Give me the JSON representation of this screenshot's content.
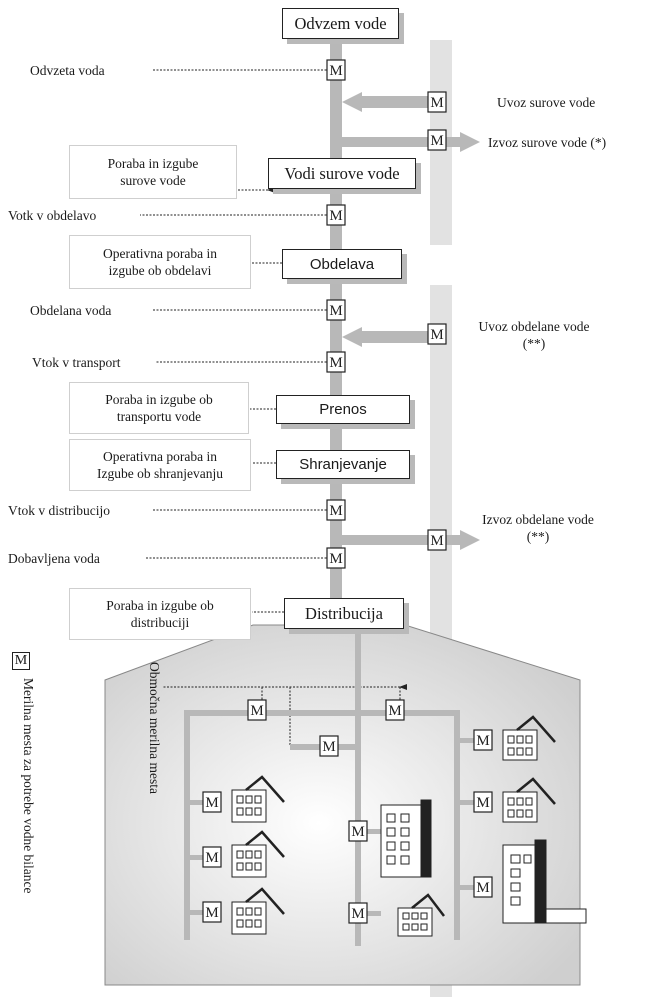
{
  "boxes": {
    "odvzem": "Odvzem vode",
    "vodi_surove": "Vodi surove vode",
    "obdelava": "Obdelava",
    "prenos": "Prenos",
    "shranjevanje": "Shranjevanje",
    "distribucija": "Distribucija"
  },
  "outflows": {
    "odvzeta": "Odvzeta voda",
    "votk_obdelavo": "Votk v obdelavo",
    "obdelana": "Obdelana voda",
    "vtok_transport": "Vtok v transport",
    "vtok_distribucijo": "Vtok v distribucijo",
    "dobavljena": "Dobavljena voda"
  },
  "losses": {
    "surove": [
      "Poraba in izgube",
      "surove vode"
    ],
    "obdelava": [
      "Operativna poraba in",
      "izgube ob obdelavi"
    ],
    "transport": [
      "Poraba in izgube ob",
      "transportu vode"
    ],
    "shranjevanje": [
      "Operativna poraba in",
      "Izgube ob shranjevanju"
    ],
    "distribucija": [
      "Poraba in izgube ob",
      "distribuciji"
    ]
  },
  "imports_exports": {
    "uvoz_surove": "Uvoz surove vode",
    "izvoz_surove": "Izvoz surove vode (*)",
    "uvoz_obdelane": [
      "Uvoz obdelane vode",
      "(**)"
    ],
    "izvoz_obdelane": [
      "Izvoz obdelane vode",
      "(**)"
    ]
  },
  "meter_symbol": "M",
  "area_meters_label": "Območna merilna mesta",
  "legend": "Merilna mesta za potrebe vodne bilance",
  "colors": {
    "pipe": "#b8b8b8",
    "pipe_light": "#e2e2e2",
    "line": "#222222"
  }
}
